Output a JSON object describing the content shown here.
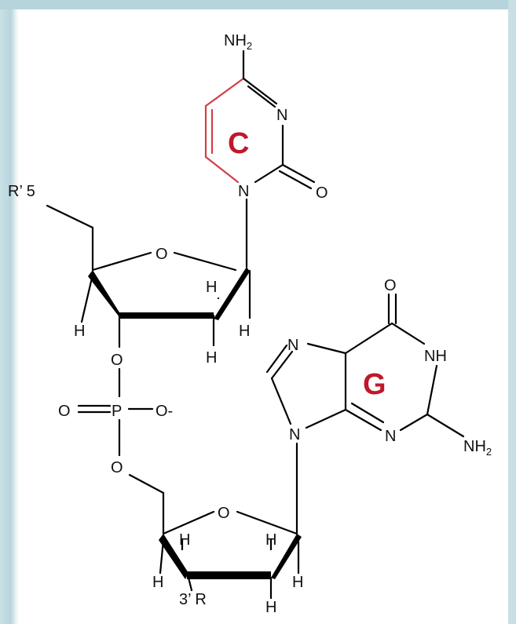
{
  "molecule": {
    "cytosine": {
      "letter": "C",
      "amino": "NH",
      "amino_sub": "2",
      "ring_n3": "N",
      "ring_n1": "N",
      "carbonyl": "O"
    },
    "guanine": {
      "letter": "G",
      "carbonyl": "O",
      "nh": "NH",
      "n7": "N",
      "n9": "N",
      "n3": "N",
      "amino": "NH",
      "amino_sub": "2"
    },
    "sugar_top": {
      "ring_o": "O",
      "r5": "R’ 5",
      "h_left": "H",
      "h_right1": "H",
      "h_right2": "H",
      "h_bottom": "H"
    },
    "phosphate": {
      "o_top": "O",
      "o_left": "O",
      "p": "P",
      "o_right": "O-",
      "o_bottom": "O"
    },
    "sugar_bottom": {
      "ring_o": "O",
      "h1": "H",
      "h2": "H",
      "h3": "H",
      "h4": "H",
      "h5": "H",
      "r3": "3’ R"
    }
  },
  "colors": {
    "highlight": "#c0182a",
    "ring_highlight": "#d04048",
    "frame": "#b6d4dc"
  }
}
